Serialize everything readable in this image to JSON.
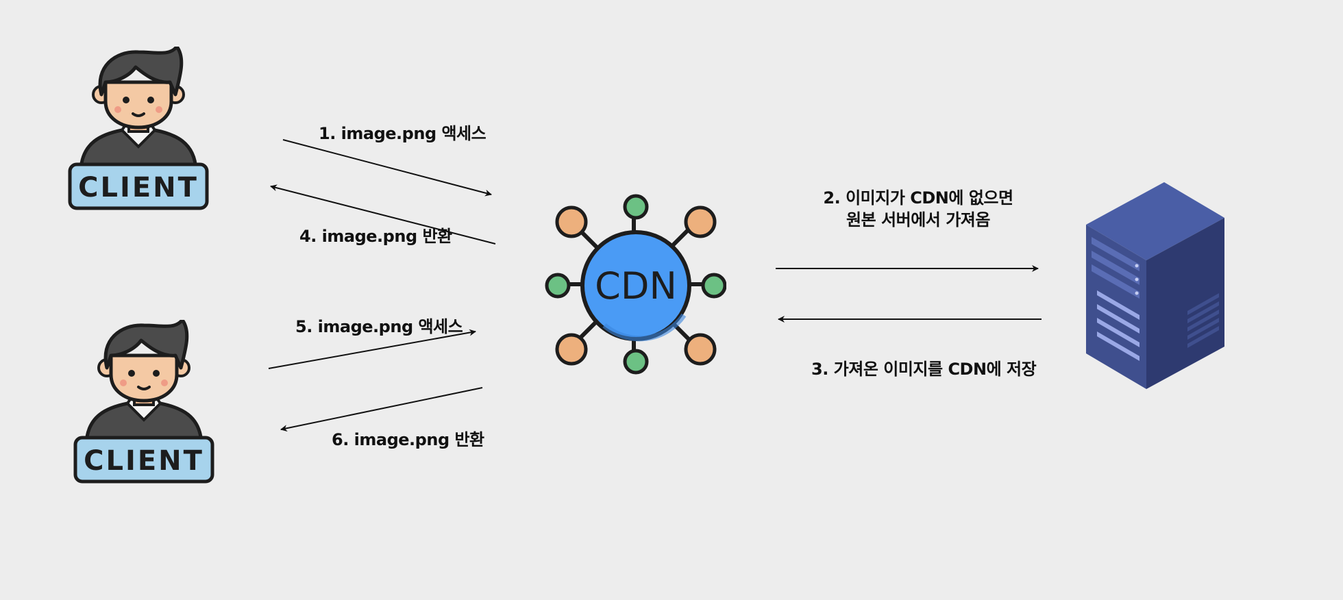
{
  "clients": [
    {
      "badge": "CLIENT"
    },
    {
      "badge": "CLIENT"
    }
  ],
  "cdn": {
    "label": "CDN"
  },
  "server": {
    "icon": "server-rack-icon"
  },
  "steps": {
    "s1": "1. image.png 액세스",
    "s2_line1": "2. 이미지가 CDN에 없으면",
    "s2_line2": "원본 서버에서 가져옴",
    "s3": "3. 가져온 이미지를 CDN에 저장",
    "s4": "4. image.png 반환",
    "s5": "5. image.png 액세스",
    "s6": "6. image.png 반환"
  },
  "colors": {
    "background": "#ededed",
    "cdn_blue": "#4a9bf5",
    "node_orange": "#edb07d",
    "node_green": "#6cc184",
    "badge_blue": "#a7d3ec",
    "server_blue": "#3f4f8e",
    "skin": "#f4c9a4"
  }
}
